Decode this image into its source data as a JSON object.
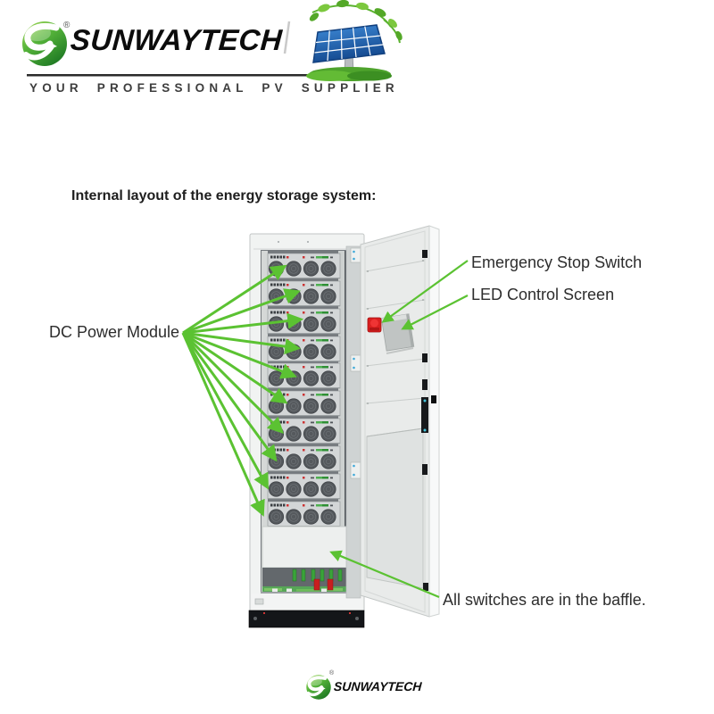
{
  "brand": {
    "name": "SUNWAYTECH",
    "registered_mark": "®",
    "tagline": "YOUR PROFESSIONAL PV SUPPLIER"
  },
  "heading": "Internal layout of the energy storage system:",
  "annotations": {
    "dc_power_module": {
      "label": "DC Power Module",
      "module_count": 10
    },
    "emergency_stop": {
      "label": "Emergency Stop Switch"
    },
    "led_screen": {
      "label": "LED Control Screen"
    },
    "switches": {
      "label": "All switches are in the baffle."
    }
  },
  "footer": {
    "name": "SUNWAYTECH",
    "registered_mark": "®"
  },
  "colors": {
    "arrow_green": "#5bc232",
    "emergency_red": "#da1f1f",
    "cabinet_light": "#f1f3f2",
    "interior_gray": "#74797d"
  }
}
